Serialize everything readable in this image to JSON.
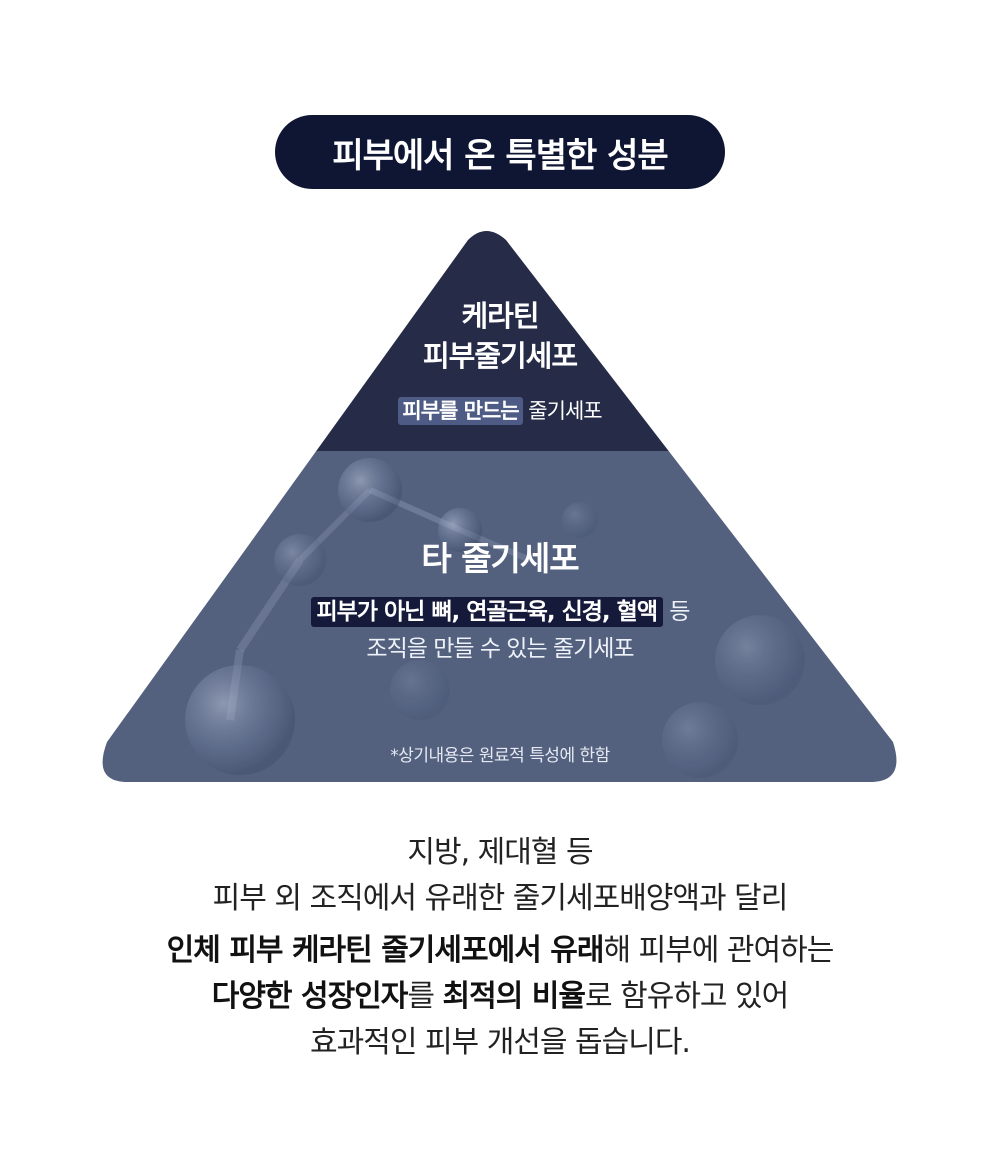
{
  "header": {
    "title": "피부에서 온 특별한 성분"
  },
  "pyramid": {
    "top_tier": {
      "title_line1": "케라틴",
      "title_line2": "피부줄기세포",
      "sub_highlight": "피부를 만드는",
      "sub_rest": " 줄기세포"
    },
    "bottom_tier": {
      "title": "타 줄기세포",
      "sub_highlight": "피부가 아닌 뼈, 연골근육, 신경, 혈액",
      "sub_rest1": " 등",
      "sub_line2": "조직을 만들 수 있는 줄기세포",
      "note": "*상기내용은 원료적 특성에 한함"
    },
    "colors": {
      "top_tier": "#262b47",
      "bottom_tier": "#53617f",
      "header": "#0f1634"
    }
  },
  "description": {
    "line1": "지방, 제대혈 등",
    "line2": "피부 외 조직에서 유래한 줄기세포배양액과 달리",
    "line3_bold": "인체 피부 케라틴 줄기세포에서 유래",
    "line3_rest": "해 피부에 관여하는",
    "line4_bold1": "다양한 성장인자",
    "line4_mid": "를 ",
    "line4_bold2": "최적의 비율",
    "line4_rest": "로 함유하고 있어",
    "line5": "효과적인 피부 개선을 돕습니다."
  }
}
